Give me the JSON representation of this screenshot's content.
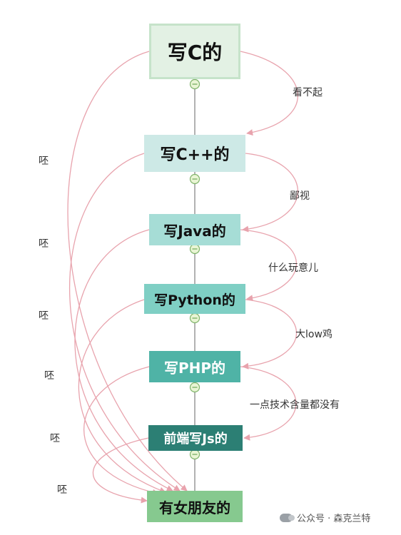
{
  "nodes": [
    {
      "id": "c",
      "label": "写C的"
    },
    {
      "id": "cpp",
      "label": "写C++的"
    },
    {
      "id": "java",
      "label": "写Java的"
    },
    {
      "id": "python",
      "label": "写Python的"
    },
    {
      "id": "php",
      "label": "写PHP的"
    },
    {
      "id": "js",
      "label": "前端写Js的"
    },
    {
      "id": "girlfriend",
      "label": "有女朋友的"
    }
  ],
  "edges_right": [
    {
      "from": "c",
      "to": "cpp",
      "label": "看不起"
    },
    {
      "from": "cpp",
      "to": "java",
      "label": "鄙视"
    },
    {
      "from": "java",
      "to": "python",
      "label": "什么玩意儿"
    },
    {
      "from": "python",
      "to": "php",
      "label": "大low鸡"
    },
    {
      "from": "php",
      "to": "js",
      "label": "一点技术含量都没有"
    }
  ],
  "edges_left_label": "呸",
  "colors": {
    "arrow": "#e8a3ad",
    "connector": "#7f7f7f",
    "collapse_fill": "#e9f5d4",
    "collapse_stroke": "#7fb36a"
  },
  "watermark": {
    "text": "公众号 · 森克兰特",
    "icon": "wechat-icon"
  }
}
